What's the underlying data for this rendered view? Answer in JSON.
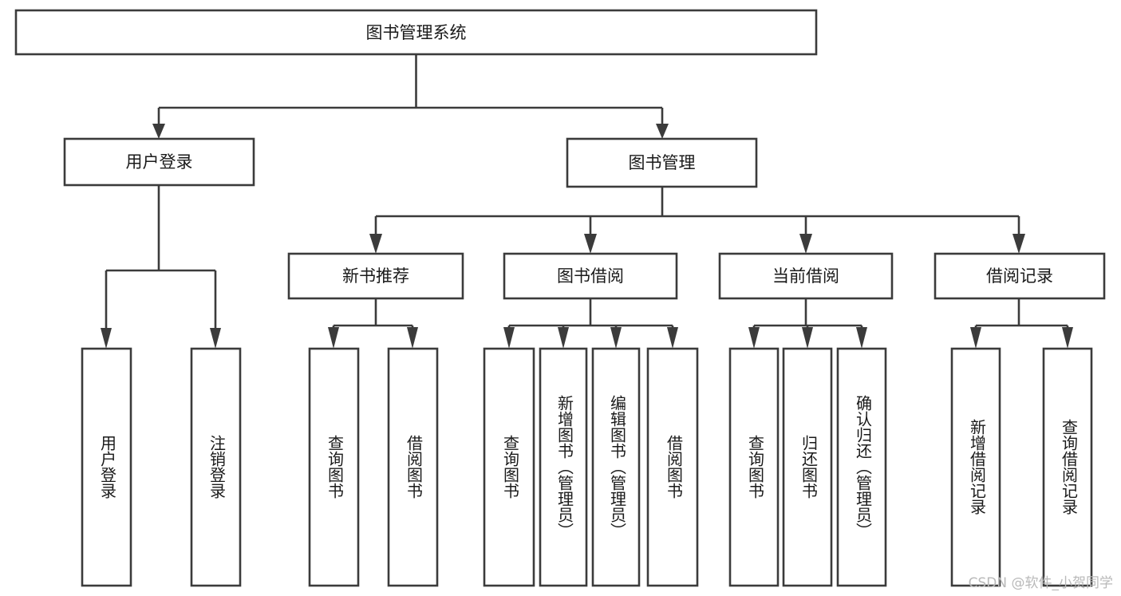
{
  "diagram": {
    "title": "图书管理系统",
    "type": "tree",
    "orientation": "top-down",
    "colors": {
      "box_stroke": "#3b3b3b",
      "box_fill": "#ffffff",
      "connector": "#3b3b3b",
      "text": "#1a1a1a",
      "background": "#ffffff",
      "watermark": "#b9b9b9"
    },
    "root": {
      "id": "root",
      "label": "图书管理系统",
      "orientation": "horizontal"
    },
    "level2": [
      {
        "id": "user-login",
        "label": "用户登录",
        "orientation": "horizontal"
      },
      {
        "id": "book-manage",
        "label": "图书管理",
        "orientation": "horizontal"
      }
    ],
    "level3": [
      {
        "id": "new-book-recommend",
        "label": "新书推荐",
        "orientation": "horizontal",
        "parent": "book-manage"
      },
      {
        "id": "book-borrow",
        "label": "图书借阅",
        "orientation": "horizontal",
        "parent": "book-manage"
      },
      {
        "id": "current-borrow",
        "label": "当前借阅",
        "orientation": "horizontal",
        "parent": "book-manage"
      },
      {
        "id": "borrow-record",
        "label": "借阅记录",
        "orientation": "horizontal",
        "parent": "book-manage"
      }
    ],
    "leaves": {
      "user-login": [
        {
          "id": "leaf-user-login",
          "label": "用户登录",
          "orientation": "vertical"
        },
        {
          "id": "leaf-user-logout",
          "label": "注销登录",
          "orientation": "vertical"
        }
      ],
      "new-book-recommend": [
        {
          "id": "leaf-query-book-1",
          "label": "查询图书",
          "orientation": "vertical"
        },
        {
          "id": "leaf-borrow-book-1",
          "label": "借阅图书",
          "orientation": "vertical"
        }
      ],
      "book-borrow": [
        {
          "id": "leaf-query-book-2",
          "label": "查询图书",
          "orientation": "vertical"
        },
        {
          "id": "leaf-add-book",
          "label": "新增图书（管理员）",
          "orientation": "vertical"
        },
        {
          "id": "leaf-edit-book",
          "label": "编辑图书（管理员）",
          "orientation": "vertical"
        },
        {
          "id": "leaf-borrow-book-2",
          "label": "借阅图书",
          "orientation": "vertical"
        }
      ],
      "current-borrow": [
        {
          "id": "leaf-query-book-3",
          "label": "查询图书",
          "orientation": "vertical"
        },
        {
          "id": "leaf-return-book",
          "label": "归还图书",
          "orientation": "vertical"
        },
        {
          "id": "leaf-confirm-return",
          "label": "确认归还（管理员）",
          "orientation": "vertical"
        }
      ],
      "borrow-record": [
        {
          "id": "leaf-add-record",
          "label": "新增借阅记录",
          "orientation": "vertical"
        },
        {
          "id": "leaf-query-record",
          "label": "查询借阅记录",
          "orientation": "vertical"
        }
      ]
    }
  },
  "watermark": {
    "text": "CSDN @软件_小贺同学"
  }
}
